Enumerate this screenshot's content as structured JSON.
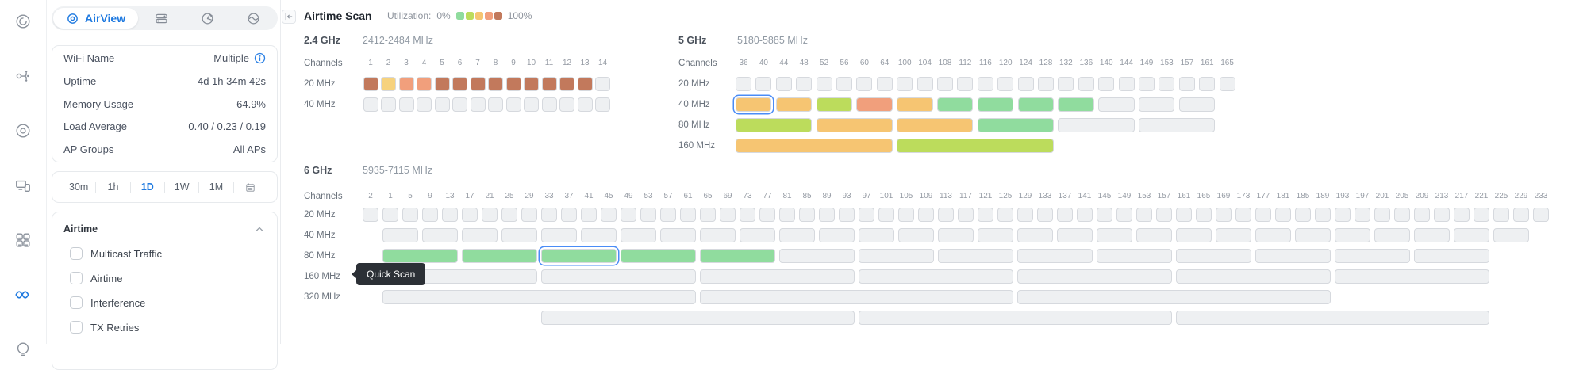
{
  "accent_color": "#1f7ae0",
  "palette": {
    "gray": "#eef0f2",
    "green": "#90dc9e",
    "ygreen": "#bcdc5c",
    "amber": "#f6c572",
    "salmon": "#f19f7c",
    "brown": "#c2795c",
    "yellow": "#f6d27e",
    "block_border": "#d6d9de",
    "selected_ring": "#4a8cf7",
    "tooltip_bg": "#2c3036"
  },
  "sidebar": {
    "icons": [
      {
        "name": "speed-gauge-icon",
        "active": false
      },
      {
        "name": "topology-icon",
        "active": false
      },
      {
        "name": "target-icon",
        "active": false
      },
      {
        "name": "devices-icon",
        "active": false
      },
      {
        "name": "ap-grid-icon",
        "active": false
      },
      {
        "name": "airview-waves-icon",
        "active": true
      },
      {
        "name": "insight-bulb-icon",
        "active": false
      }
    ]
  },
  "panel": {
    "tabs": {
      "active_label": "AirView",
      "active_icon": "target-circle-icon",
      "other_icons": [
        "toggle-list-icon",
        "radar-scan-icon",
        "wave-circle-icon"
      ]
    },
    "info_rows": [
      {
        "label": "WiFi Name",
        "value": "Multiple",
        "info_icon": true
      },
      {
        "label": "Uptime",
        "value": "4d 1h 34m 42s"
      },
      {
        "label": "Memory Usage",
        "value": "64.9%"
      },
      {
        "label": "Load Average",
        "value": "0.40 / 0.23 / 0.19"
      },
      {
        "label": "AP Groups",
        "value": "All APs"
      }
    ],
    "time_ranges": [
      "30m",
      "1h",
      "1D",
      "1W",
      "1M"
    ],
    "active_time_range": "1D",
    "calendar_icon": "calendar-icon",
    "airtime": {
      "title": "Airtime",
      "options": [
        "Multicast Traffic",
        "Airtime",
        "Interference",
        "TX Retries"
      ],
      "checked": []
    }
  },
  "main": {
    "title": "Airtime Scan",
    "legend": {
      "label": "Utilization:",
      "min": "0%",
      "max": "100%",
      "colors": [
        "green",
        "ygreen",
        "amber",
        "salmon",
        "brown"
      ]
    },
    "tooltip": {
      "text": "Quick Scan"
    },
    "bands": [
      {
        "id": "2-4ghz",
        "name": "2.4 GHz",
        "range": "2412-2484 MHz",
        "channels_label": "Channels",
        "channels": [
          1,
          2,
          3,
          4,
          5,
          6,
          7,
          8,
          9,
          10,
          11,
          12,
          13,
          14
        ],
        "rows": [
          {
            "label": "20 MHz",
            "blocks": [
              [
                0,
                1,
                "brown"
              ],
              [
                1,
                1,
                "yellow"
              ],
              [
                2,
                1,
                "salmon"
              ],
              [
                3,
                1,
                "salmon"
              ],
              {
                "repeat": 9,
                "from": 4,
                "step": 1,
                "span": 1,
                "color": "brown"
              },
              [
                13,
                1,
                "gray"
              ]
            ]
          },
          {
            "label": "40 MHz",
            "blocks": [
              {
                "repeat": 14,
                "from": 0,
                "step": 1,
                "span": 1,
                "color": "gray"
              }
            ]
          }
        ]
      },
      {
        "id": "5ghz",
        "name": "5 GHz",
        "range": "5180-5885 MHz",
        "channels_label": "Channels",
        "channels": [
          36,
          40,
          44,
          48,
          52,
          56,
          60,
          64,
          100,
          104,
          108,
          112,
          116,
          120,
          124,
          128,
          132,
          136,
          140,
          144,
          149,
          153,
          157,
          161,
          165
        ],
        "rows": [
          {
            "label": "20 MHz",
            "blocks": [
              {
                "repeat": 25,
                "from": 0,
                "step": 1,
                "span": 1,
                "color": "gray"
              }
            ]
          },
          {
            "label": "40 MHz",
            "blocks": [
              [
                0,
                2,
                "amber",
                "sel"
              ],
              [
                2,
                2,
                "amber"
              ],
              [
                4,
                2,
                "ygreen"
              ],
              [
                6,
                2,
                "salmon"
              ],
              [
                8,
                2,
                "amber"
              ],
              [
                10,
                2,
                "green"
              ],
              [
                12,
                2,
                "green"
              ],
              [
                14,
                2,
                "green"
              ],
              [
                16,
                2,
                "green"
              ],
              [
                18,
                2,
                "gray"
              ],
              [
                20,
                2,
                "gray"
              ],
              [
                22,
                2,
                "gray"
              ]
            ]
          },
          {
            "label": "80 MHz",
            "blocks": [
              [
                0,
                4,
                "ygreen"
              ],
              [
                4,
                4,
                "amber"
              ],
              [
                8,
                4,
                "amber"
              ],
              [
                12,
                4,
                "green"
              ],
              [
                16,
                4,
                "gray"
              ],
              [
                20,
                4,
                "gray"
              ]
            ]
          },
          {
            "label": "160 MHz",
            "blocks": [
              [
                0,
                8,
                "amber"
              ],
              [
                8,
                8,
                "ygreen"
              ]
            ]
          }
        ]
      },
      {
        "id": "6ghz",
        "name": "6 GHz",
        "range": "5935-7115 MHz",
        "channels_label": "Channels",
        "channels": [
          2,
          1,
          5,
          9,
          13,
          17,
          21,
          25,
          29,
          33,
          37,
          41,
          45,
          49,
          53,
          57,
          61,
          65,
          69,
          73,
          77,
          81,
          85,
          89,
          93,
          97,
          101,
          105,
          109,
          113,
          117,
          121,
          125,
          129,
          133,
          137,
          141,
          145,
          149,
          153,
          157,
          161,
          165,
          169,
          173,
          177,
          181,
          185,
          189,
          193,
          197,
          201,
          205,
          209,
          213,
          217,
          221,
          225,
          229,
          233
        ],
        "rows": [
          {
            "label": "20 MHz",
            "blocks": [
              {
                "repeat": 60,
                "from": 0,
                "step": 1,
                "span": 1,
                "color": "gray"
              }
            ]
          },
          {
            "label": "40 MHz",
            "blocks": [
              {
                "repeat": 29,
                "from": 1,
                "step": 2,
                "span": 2,
                "color": "gray"
              }
            ]
          },
          {
            "label": "80 MHz",
            "blocks": [
              [
                1,
                4,
                "green"
              ],
              [
                5,
                4,
                "green"
              ],
              [
                9,
                4,
                "green",
                "sel"
              ],
              [
                13,
                4,
                "green"
              ],
              [
                17,
                4,
                "green"
              ],
              {
                "repeat": 9,
                "from": 21,
                "step": 4,
                "span": 4,
                "color": "gray"
              }
            ]
          },
          {
            "label": "160 MHz",
            "blocks": [
              {
                "repeat": 7,
                "from": 1,
                "step": 8,
                "span": 8,
                "color": "gray"
              }
            ]
          },
          {
            "label": "320 MHz",
            "blocks": [
              {
                "repeat": 3,
                "from": 1,
                "step": 16,
                "span": 16,
                "color": "gray"
              }
            ]
          },
          {
            "label": "",
            "blocks": [
              {
                "repeat": 3,
                "from": 9,
                "step": 16,
                "span": 16,
                "color": "gray"
              }
            ]
          }
        ]
      }
    ]
  }
}
